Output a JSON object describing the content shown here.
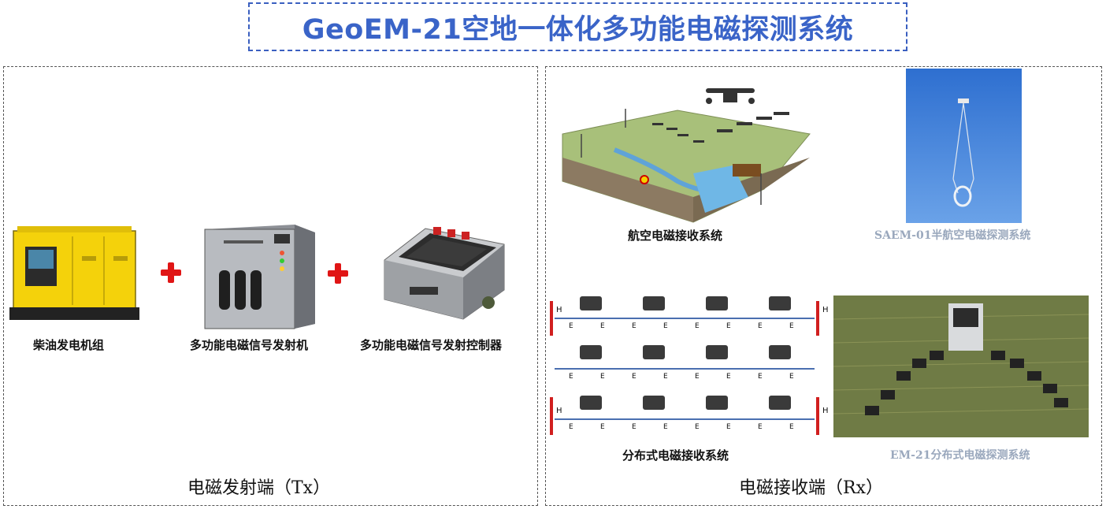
{
  "title": "GeoEM-21空地一体化多功能电磁探测系统",
  "tx_panel": {
    "caption": "电磁发射端（Tx）",
    "components": [
      {
        "label": "柴油发电机组",
        "icon": "diesel-generator-icon"
      },
      {
        "label": "多功能电磁信号发射机",
        "icon": "transmitter-cabinet-icon"
      },
      {
        "label": "多功能电磁信号发射控制器",
        "icon": "controller-box-icon"
      }
    ],
    "connector_icon": "plus-icon"
  },
  "rx_panel": {
    "caption": "电磁接收端（Rx）",
    "airborne_label": "航空电磁接收系统",
    "saem_label": "SAEM-01半航空电磁探测系统",
    "distributed_label": "分布式电磁接收系统",
    "em21_label": "EM-21分布式电磁探测系统",
    "h_marker": "H",
    "e_marker": "E",
    "colors": {
      "sky": "#3f7fd6",
      "field": "#6f7b45",
      "rail": "#d11f1f",
      "line": "#4a6fb0"
    }
  }
}
